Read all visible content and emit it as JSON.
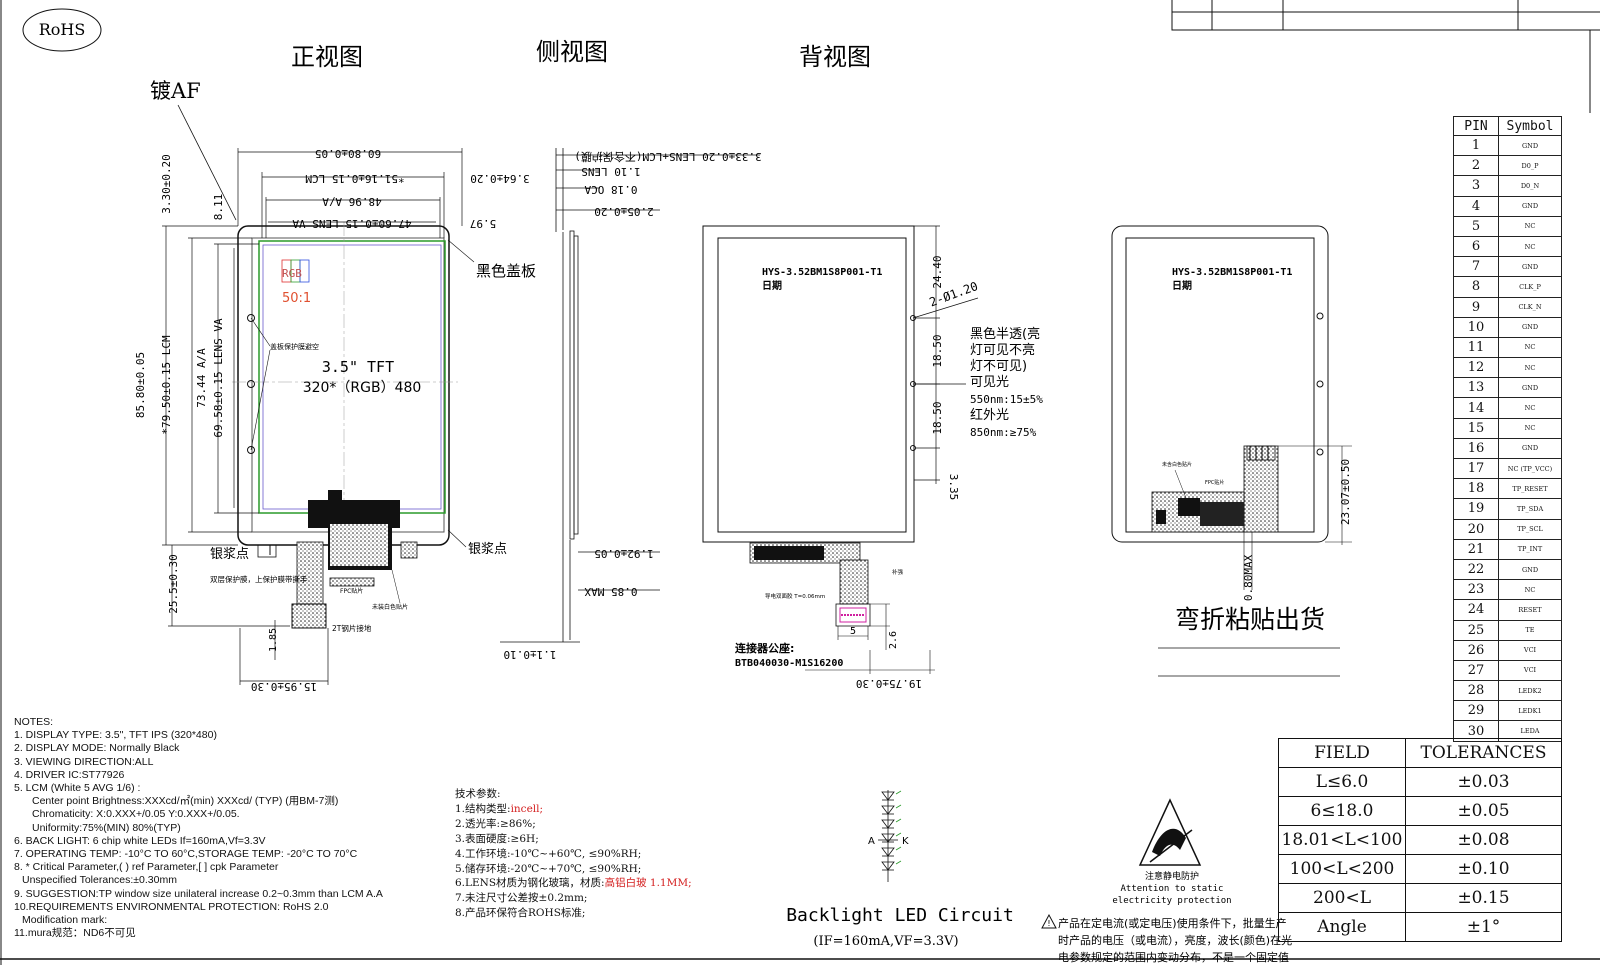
{
  "rohs_label": "RoHS",
  "views": {
    "front": "正视图",
    "side": "侧视图",
    "back": "背视图"
  },
  "front": {
    "coating_label": "镀AF",
    "cover_label": "黑色盖板",
    "silver_left": "银浆点",
    "silver_right": "银浆点",
    "rgb_label": "RGB",
    "ratio_label": "50:1",
    "film_note": "盖板保护膜避空",
    "display_size": "3.5\" TFT",
    "resolution": "320*（RGB）480",
    "double_film_note": "双层保护膜，上保护膜带撕手",
    "steel_sheet_note": "2T钢片接地",
    "fpc_label1": "未装白色贴片",
    "fpc_label2": "FPC贴片",
    "dims": {
      "top_total": "60.80±0.05",
      "lcm_w": "*51.16±0.15 LCM",
      "aa_w": "48.96 A/A",
      "va_w": "47.60±0.15 LENS VA",
      "right_off": "3.64±0.20",
      "right_off2": "5.97",
      "top_off": "3.30±0.20",
      "top_off2": "8.11",
      "height_total": "85.80±0.05",
      "lcm_h": "*79.50±0.15 LCM",
      "aa_h": "73.44 A/A",
      "va_h": "69.58±0.15 LENS VA",
      "fpc_len": "25.5±0.30",
      "fpc_w": "15.95±0.30",
      "tab_h": "1.85"
    }
  },
  "side": {
    "lens_total": "3.33±0.20 LENS+LCM(不含保护膜)",
    "lens": "1.10 LENS",
    "oca": "0.18 OCA",
    "gap": "2.05±0.20",
    "bottom": "1.92±0.05",
    "max": "0.85 MAX",
    "tail": "1.1±0.10"
  },
  "back": {
    "model": "HYS-3.52BM1S8P001-T1",
    "date": "日期",
    "holes": "2-Ø1.20",
    "d1": "24.40",
    "d2": "18.50",
    "d3": "18.50",
    "d4": "3.35",
    "translucency": [
      "黑色半透(亮",
      "灯可见不亮",
      "灯不可见)",
      "可见光",
      "550nm:15±5%",
      "红外光",
      "850nm:≥75%"
    ],
    "fpc_note": "导电双面胶 T=0.06mm",
    "stiffener_note": "补强",
    "connector_label": "连接器公座:",
    "connector_part": "BTB040030-M1S16200",
    "conn_w": "5",
    "conn_h": "2.6",
    "fpc_w": "19.75±0.30"
  },
  "bent": {
    "model": "HYS-3.52BM1S8P001-T1",
    "date": "日期",
    "height": "23.07±0.50",
    "max": "0.80MAX",
    "title": "弯折粘贴出货",
    "label_a": "未含白色贴片",
    "label_b": "FPC贴片"
  },
  "notes": [
    "NOTES:",
    "1. DISPLAY TYPE: 3.5\", TFT IPS (320*480)",
    "2. DISPLAY MODE: Normally Black",
    "3. VIEWING DIRECTION:ALL",
    "4. DRIVER IC:ST77926",
    "5. LCM (White 5 AVG 1/6) :",
    "Center point Brightness:XXXcd/㎡(min) XXXcd/    (TYP) (用BM-7测)",
    "Chromaticity: X:0.XXX+/0.05  Y:0.XXX+/0.05.",
    "Uniformity:75%(MIN) 80%(TYP)",
    "6. BACK LIGHT: 6 chip white LEDs If=160mA,Vf=3.3V",
    "7. OPERATING TEMP: -10°C TO 60°C,STORAGE TEMP: -20°C TO 70°C",
    "8. * Critical Parameter,( ) ref Parameter,[ ] cpk Parameter",
    "Unspecified Tolerances:±0.30mm",
    "9. SUGGESTION:TP window size unilateral increase 0.2~0.3mm than LCM A.A",
    "10.REQUIREMENTS ENVIRONMENTAL PROTECTION: RoHS 2.0",
    "Modification mark:",
    "11.mura规范：ND6不可见"
  ],
  "tech_params": {
    "title": "技术参数:",
    "items": [
      {
        "label": "1.结构类型:",
        "value": "incell;",
        "highlight": true
      },
      {
        "label": "2.透光率:≥86%;",
        "value": "",
        "highlight": false
      },
      {
        "label": "3.表面硬度:≥6H;",
        "value": "",
        "highlight": false
      },
      {
        "label": "4.工作环境:-10℃~+60℃, ≤90%RH;",
        "value": "",
        "highlight": false
      },
      {
        "label": "5.储存环境:-20℃~+70℃, ≤90%RH;",
        "value": "",
        "highlight": false
      },
      {
        "label": "6.LENS材质为钢化玻璃，材质:",
        "value": "高铝白玻 1.1MM;",
        "highlight": true
      },
      {
        "label": "7.未注尺寸公差按±0.2mm;",
        "value": "",
        "highlight": false
      },
      {
        "label": "8.产品环保符合ROHS标准;",
        "value": "",
        "highlight": false
      }
    ]
  },
  "backlight": {
    "title": "Backlight LED Circuit",
    "subtitle": "(IF=160mA,VF=3.3V)",
    "anode": "A",
    "cathode": "K"
  },
  "esd": {
    "cn": "注意静电防护",
    "en1": "Attention to static",
    "en2": "electricity protection"
  },
  "warning": [
    "产品在定电流(或定电压)使用条件下，批量生产",
    "时产品的电压（或电流），亮度，波长(颜色)在光",
    "电参数规定的范围内变动分布，不是一个固定值"
  ],
  "pin_table": {
    "headers": [
      "PIN",
      "Symbol"
    ],
    "rows": [
      [
        "1",
        "GND"
      ],
      [
        "2",
        "D0_P"
      ],
      [
        "3",
        "D0_N"
      ],
      [
        "4",
        "GND"
      ],
      [
        "5",
        "NC"
      ],
      [
        "6",
        "NC"
      ],
      [
        "7",
        "GND"
      ],
      [
        "8",
        "CLK_P"
      ],
      [
        "9",
        "CLK_N"
      ],
      [
        "10",
        "GND"
      ],
      [
        "11",
        "NC"
      ],
      [
        "12",
        "NC"
      ],
      [
        "13",
        "GND"
      ],
      [
        "14",
        "NC"
      ],
      [
        "15",
        "NC"
      ],
      [
        "16",
        "GND"
      ],
      [
        "17",
        "NC (TP_VCC)"
      ],
      [
        "18",
        "TP_RESET"
      ],
      [
        "19",
        "TP_SDA"
      ],
      [
        "20",
        "TP_SCL"
      ],
      [
        "21",
        "TP_INT"
      ],
      [
        "22",
        "GND"
      ],
      [
        "23",
        "NC"
      ],
      [
        "24",
        "RESET"
      ],
      [
        "25",
        "TE"
      ],
      [
        "26",
        "VCI"
      ],
      [
        "27",
        "VCI"
      ],
      [
        "28",
        "LEDK2"
      ],
      [
        "29",
        "LEDK1"
      ],
      [
        "30",
        "LEDA"
      ]
    ]
  },
  "tolerances": {
    "headers": [
      "FIELD",
      "TOLERANCES"
    ],
    "rows": [
      [
        "L≤6.0",
        "±0.03"
      ],
      [
        "6≤18.0",
        "±0.05"
      ],
      [
        "18.01<L<100",
        "±0.08"
      ],
      [
        "100<L<200",
        "±0.10"
      ],
      [
        "200<L",
        "±0.15"
      ],
      [
        "Angle",
        "±1°"
      ]
    ]
  }
}
